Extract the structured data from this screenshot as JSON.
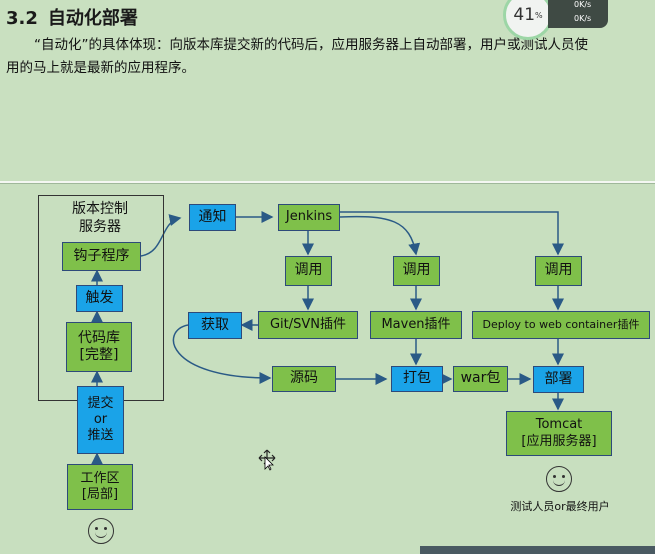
{
  "section": {
    "number": "3.2",
    "title": "自动化部署"
  },
  "paragraph": "“自动化”的具体体现：向版本库提交新的代码后，应用服务器上自动部署，用户或测试人员使用的马上就是最新的应用程序。",
  "gauge": {
    "value": "41",
    "unit": "%"
  },
  "network": {
    "up": "0K/s",
    "down": "0K/s"
  },
  "diagram": {
    "vcs_group": "版本控制\n服务器",
    "hook": "钩子程序",
    "trigger": "触发",
    "repo": "代码库\n[完整]",
    "commit": "提交\nor\n推送",
    "workspace": "工作区\n[局部]",
    "notify": "通知",
    "jenkins": "Jenkins",
    "invoke1": "调用",
    "invoke2": "调用",
    "invoke3": "调用",
    "git_plugin": "Git/SVN插件",
    "maven_plugin": "Maven插件",
    "deploy_plugin": "Deploy to web container插件",
    "fetch": "获取",
    "source": "源码",
    "package": "打包",
    "war": "war包",
    "deploy": "部署",
    "tomcat": "Tomcat\n[应用服务器]",
    "testers": "测试人员or最终用户"
  }
}
